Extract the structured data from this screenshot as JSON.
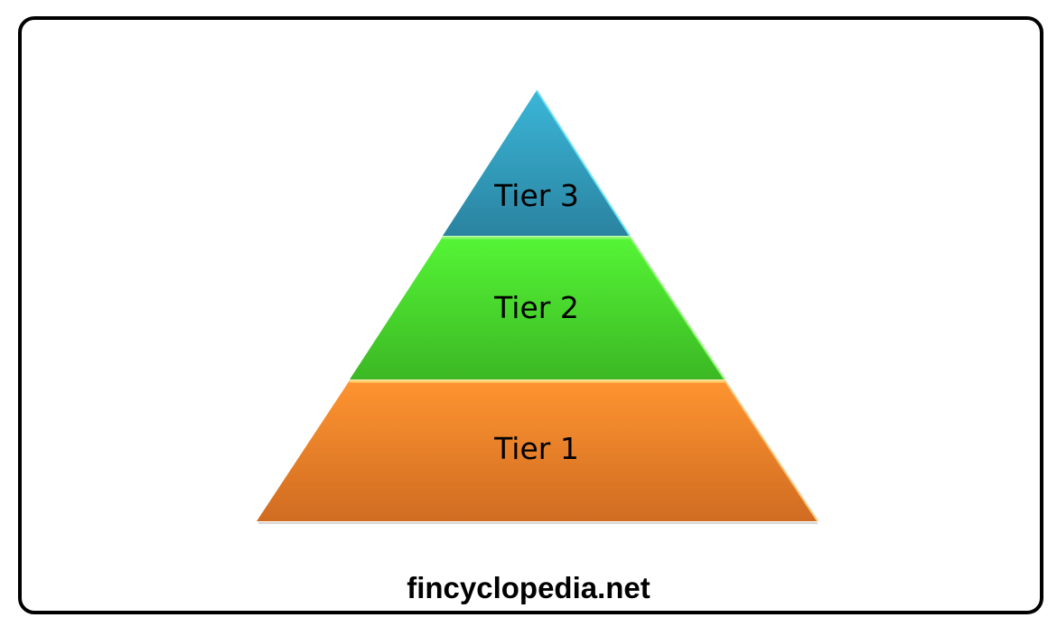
{
  "diagram": {
    "type": "pyramid",
    "tiers": [
      {
        "label": "Tier 3",
        "color_top": "#3bb6d8",
        "color_bottom": "#2a83a0",
        "edge": "#6fe0f5"
      },
      {
        "label": "Tier 2",
        "color_top": "#55f536",
        "color_bottom": "#3cb824",
        "edge": "#8cf870"
      },
      {
        "label": "Tier 1",
        "color_top": "#fe9430",
        "color_bottom": "#d06c22",
        "edge": "#ffd070"
      }
    ]
  },
  "footer": {
    "text": "fincyclopedia.net"
  }
}
